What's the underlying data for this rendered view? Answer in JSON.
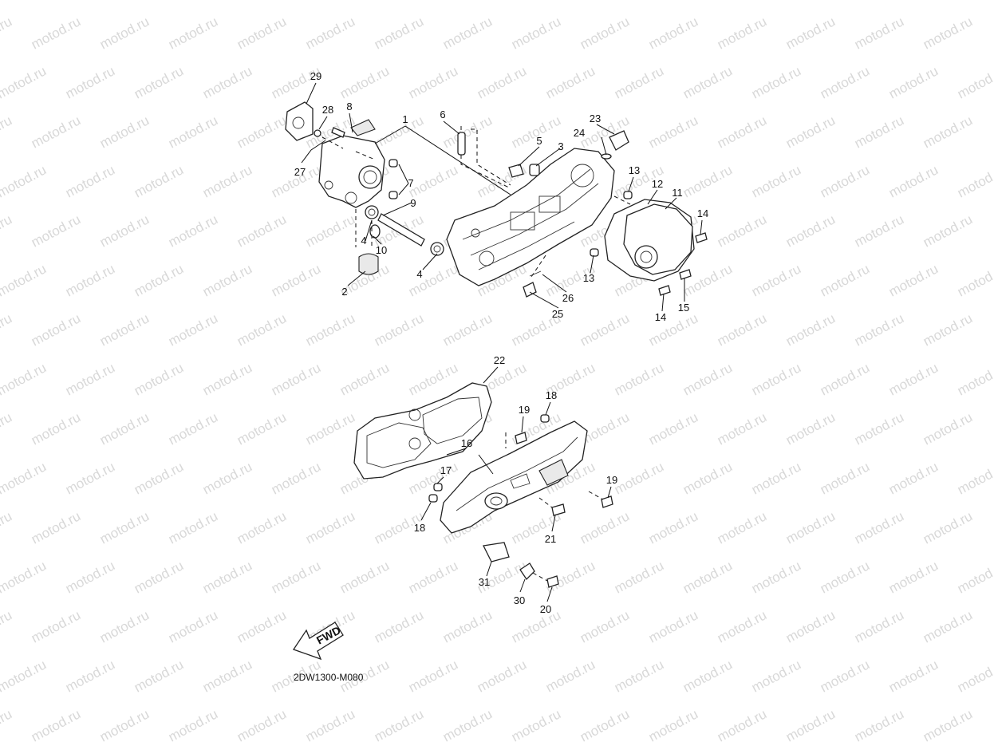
{
  "watermark": {
    "text": "motod.ru"
  },
  "diagram": {
    "code": "2DW1300-M080",
    "fwd_label": "FWD",
    "callouts": [
      {
        "id": "c29",
        "label": "29"
      },
      {
        "id": "c28",
        "label": "28"
      },
      {
        "id": "c8",
        "label": "8"
      },
      {
        "id": "c27",
        "label": "27"
      },
      {
        "id": "c1",
        "label": "1"
      },
      {
        "id": "c6",
        "label": "6"
      },
      {
        "id": "c5",
        "label": "5"
      },
      {
        "id": "c3",
        "label": "3"
      },
      {
        "id": "c23",
        "label": "23"
      },
      {
        "id": "c24",
        "label": "24"
      },
      {
        "id": "c7",
        "label": "7"
      },
      {
        "id": "c9",
        "label": "9"
      },
      {
        "id": "c13a",
        "label": "13"
      },
      {
        "id": "c12",
        "label": "12"
      },
      {
        "id": "c11",
        "label": "11"
      },
      {
        "id": "c14a",
        "label": "14"
      },
      {
        "id": "c4a",
        "label": "4"
      },
      {
        "id": "c10",
        "label": "10"
      },
      {
        "id": "c4b",
        "label": "4"
      },
      {
        "id": "c2",
        "label": "2"
      },
      {
        "id": "c13b",
        "label": "13"
      },
      {
        "id": "c26",
        "label": "26"
      },
      {
        "id": "c25",
        "label": "25"
      },
      {
        "id": "c15",
        "label": "15"
      },
      {
        "id": "c14b",
        "label": "14"
      },
      {
        "id": "c22",
        "label": "22"
      },
      {
        "id": "c18a",
        "label": "18"
      },
      {
        "id": "c19a",
        "label": "19"
      },
      {
        "id": "c16",
        "label": "16"
      },
      {
        "id": "c17",
        "label": "17"
      },
      {
        "id": "c19b",
        "label": "19"
      },
      {
        "id": "c18b",
        "label": "18"
      },
      {
        "id": "c21",
        "label": "21"
      },
      {
        "id": "c31",
        "label": "31"
      },
      {
        "id": "c30",
        "label": "30"
      },
      {
        "id": "c20",
        "label": "20"
      }
    ]
  }
}
